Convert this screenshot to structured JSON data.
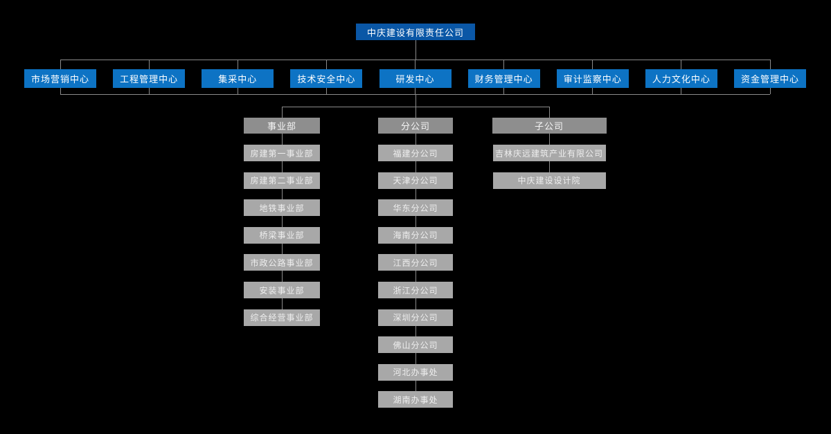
{
  "org": {
    "root_label": "中庆建设有限责任公司",
    "centers": [
      "市场营销中心",
      "工程管理中心",
      "集采中心",
      "技术安全中心",
      "研发中心",
      "财务管理中心",
      "审计监察中心",
      "人力文化中心",
      "资金管理中心"
    ],
    "divisions": [
      {
        "label": "事业部",
        "items": [
          "房建第一事业部",
          "房建第二事业部",
          "地铁事业部",
          "桥梁事业部",
          "市政公路事业部",
          "安装事业部",
          "综合经营事业部"
        ]
      },
      {
        "label": "分公司",
        "items": [
          "福建分公司",
          "天津分公司",
          "华东分公司",
          "海南分公司",
          "江西分公司",
          "浙江分公司",
          "深圳分公司",
          "佛山分公司",
          "河北办事处",
          "湖南办事处"
        ]
      },
      {
        "label": "子公司",
        "items": [
          "吉林庆远建筑产业有限公司",
          "中庆建设设计院"
        ]
      }
    ],
    "colors": {
      "background": "#000000",
      "root_box": "#0a57a6",
      "center_box": "#0d73c4",
      "division_header_box": "#8e8e8e",
      "item_box": "#a8a8a8",
      "connector_line": "#8c8c8c",
      "text_on_blue": "#ffffff",
      "text_on_gray": "#eeeeee"
    }
  }
}
